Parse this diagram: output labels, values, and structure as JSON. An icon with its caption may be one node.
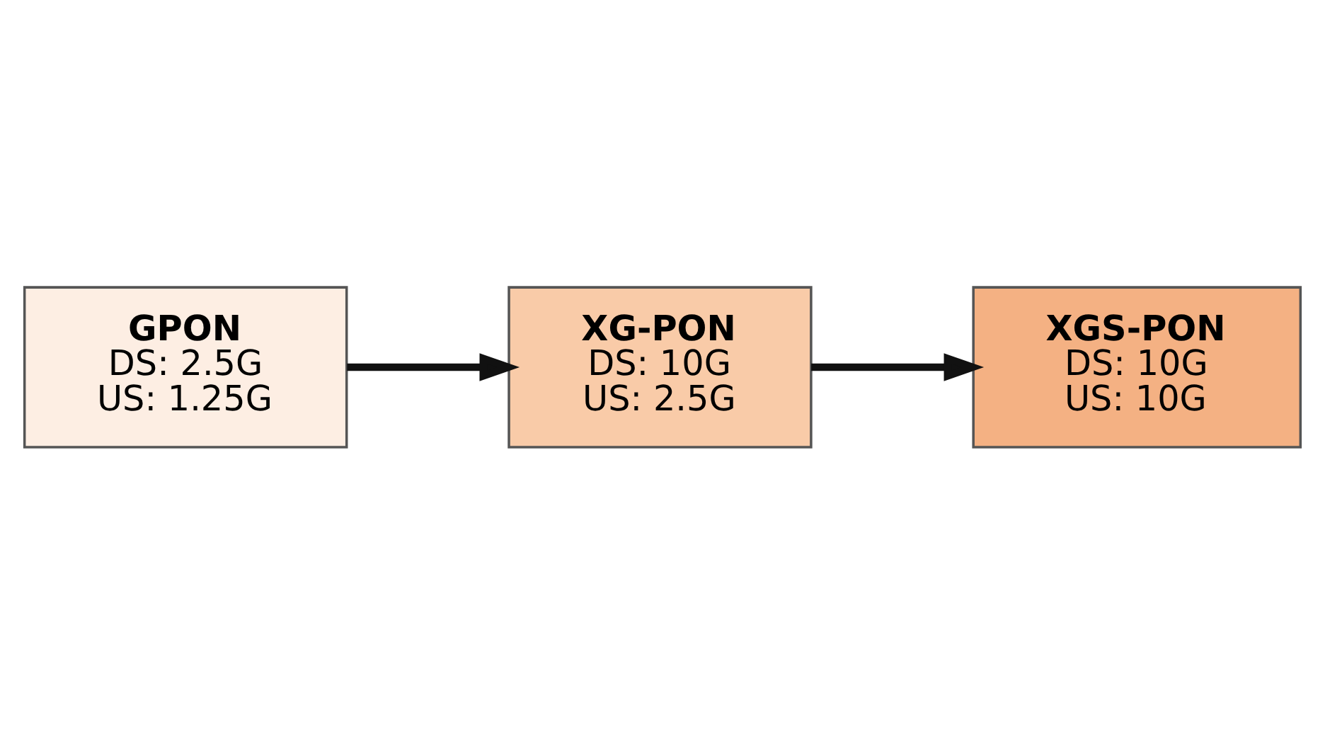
{
  "diagram": {
    "nodes": [
      {
        "text": [
          "GPON",
          "DS: 2.5G",
          "US: 1.25G"
        ]
      },
      {
        "text": [
          "XG-PON",
          "DS: 10G",
          "US: 2.5G"
        ]
      },
      {
        "text": [
          "XGS-PON",
          "DS: 10G",
          "US: 10G"
        ]
      }
    ],
    "edges": [
      {
        "from": 0,
        "to": 1,
        "arrow": "to"
      },
      {
        "from": 1,
        "to": 2,
        "arrow": "to"
      }
    ]
  }
}
